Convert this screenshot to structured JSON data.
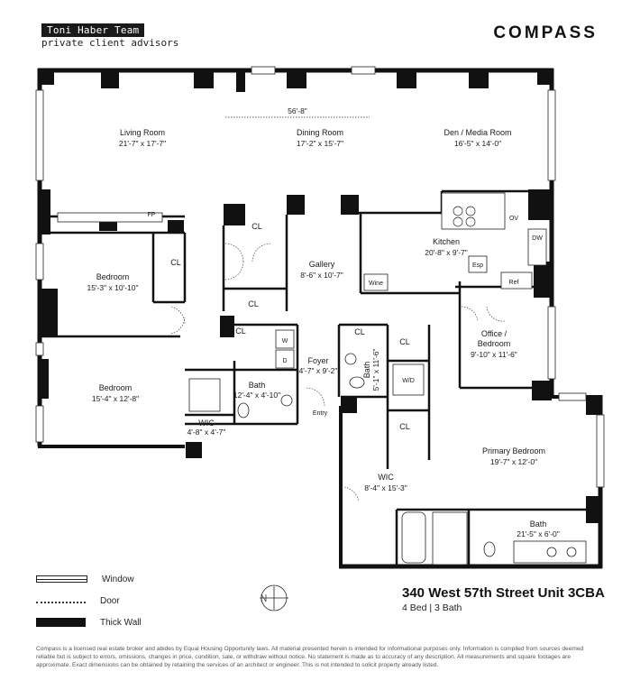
{
  "header": {
    "team_name": "Toni Haber Team",
    "team_tagline": "private client advisors",
    "brokerage": "COMPASS"
  },
  "plan": {
    "overall_dimension": "56'-8\"",
    "rooms": [
      {
        "id": "living-room",
        "name": "Living Room",
        "dim": "21'-7\" x 17'-7\""
      },
      {
        "id": "dining-room",
        "name": "Dining Room",
        "dim": "17'-2\" x 15'-7\""
      },
      {
        "id": "den-media-room",
        "name": "Den / Media Room",
        "dim": "16'-5\" x 14'-0\""
      },
      {
        "id": "bedroom-1",
        "name": "Bedroom",
        "dim": "15'-3\" x 10'-10\""
      },
      {
        "id": "bedroom-2",
        "name": "Bedroom",
        "dim": "15'-4\" x 12'-8\""
      },
      {
        "id": "gallery",
        "name": "Gallery",
        "dim": "8'-6\" x 10'-7\""
      },
      {
        "id": "kitchen",
        "name": "Kitchen",
        "dim": "20'-8\" x 9'-7\""
      },
      {
        "id": "office-bedroom",
        "name": "Office /",
        "name2": "Bedroom",
        "dim": "9'-10\" x 11'-6\""
      },
      {
        "id": "foyer",
        "name": "Foyer",
        "dim": "4'-7\" x 9'-2\""
      },
      {
        "id": "bath-1",
        "name": "Bath",
        "dim": "12'-4\" x 4'-10\""
      },
      {
        "id": "wic-1",
        "name": "WIC",
        "dim": "4'-8\" x 4'-7\""
      },
      {
        "id": "bath-2",
        "name": "Bath",
        "dim": "5'-1\" x 11'-6\""
      },
      {
        "id": "primary-bedroom",
        "name": "Primary Bedroom",
        "dim": "19'-7\" x 12'-0\""
      },
      {
        "id": "wic-2",
        "name": "WIC",
        "dim": "8'-4\" x 15'-3\""
      },
      {
        "id": "bath-3",
        "name": "Bath",
        "dim": "21'-5\" x 6'-0\""
      }
    ],
    "closets": [
      "CL",
      "CL",
      "CL",
      "CL",
      "CL",
      "CL",
      "CL"
    ],
    "fixtures": {
      "fp": "FP",
      "ov": "OV",
      "dw": "DW",
      "esp": "Esp",
      "ref": "Ref",
      "wine": "Wine",
      "w": "W",
      "d": "D",
      "wd": "W/D",
      "entry": "Entry"
    }
  },
  "legend": {
    "window": "Window",
    "door": "Door",
    "thick_wall": "Thick Wall"
  },
  "listing": {
    "address": "340 West 57th Street Unit 3CBA",
    "summary": "4 Bed | 3 Bath"
  },
  "footer": {
    "disclaimer": "Compass is a licensed real estate broker and abides by Equal Housing Opportunity laws. All material presented herein is intended for informational purposes only. Information is compiled from sources deemed reliable but is subject to errors, omissions, changes in price, condition, sale, or withdraw without notice. No statement is made as to accuracy of any description. All measurements and square footages are approximate. Exact dimensions can be obtained by retaining the services of an architect or engineer. This is not intended to solicit property already listed."
  },
  "colors": {
    "wall": "#111111",
    "line": "#222222",
    "text": "#1a1a1a"
  }
}
